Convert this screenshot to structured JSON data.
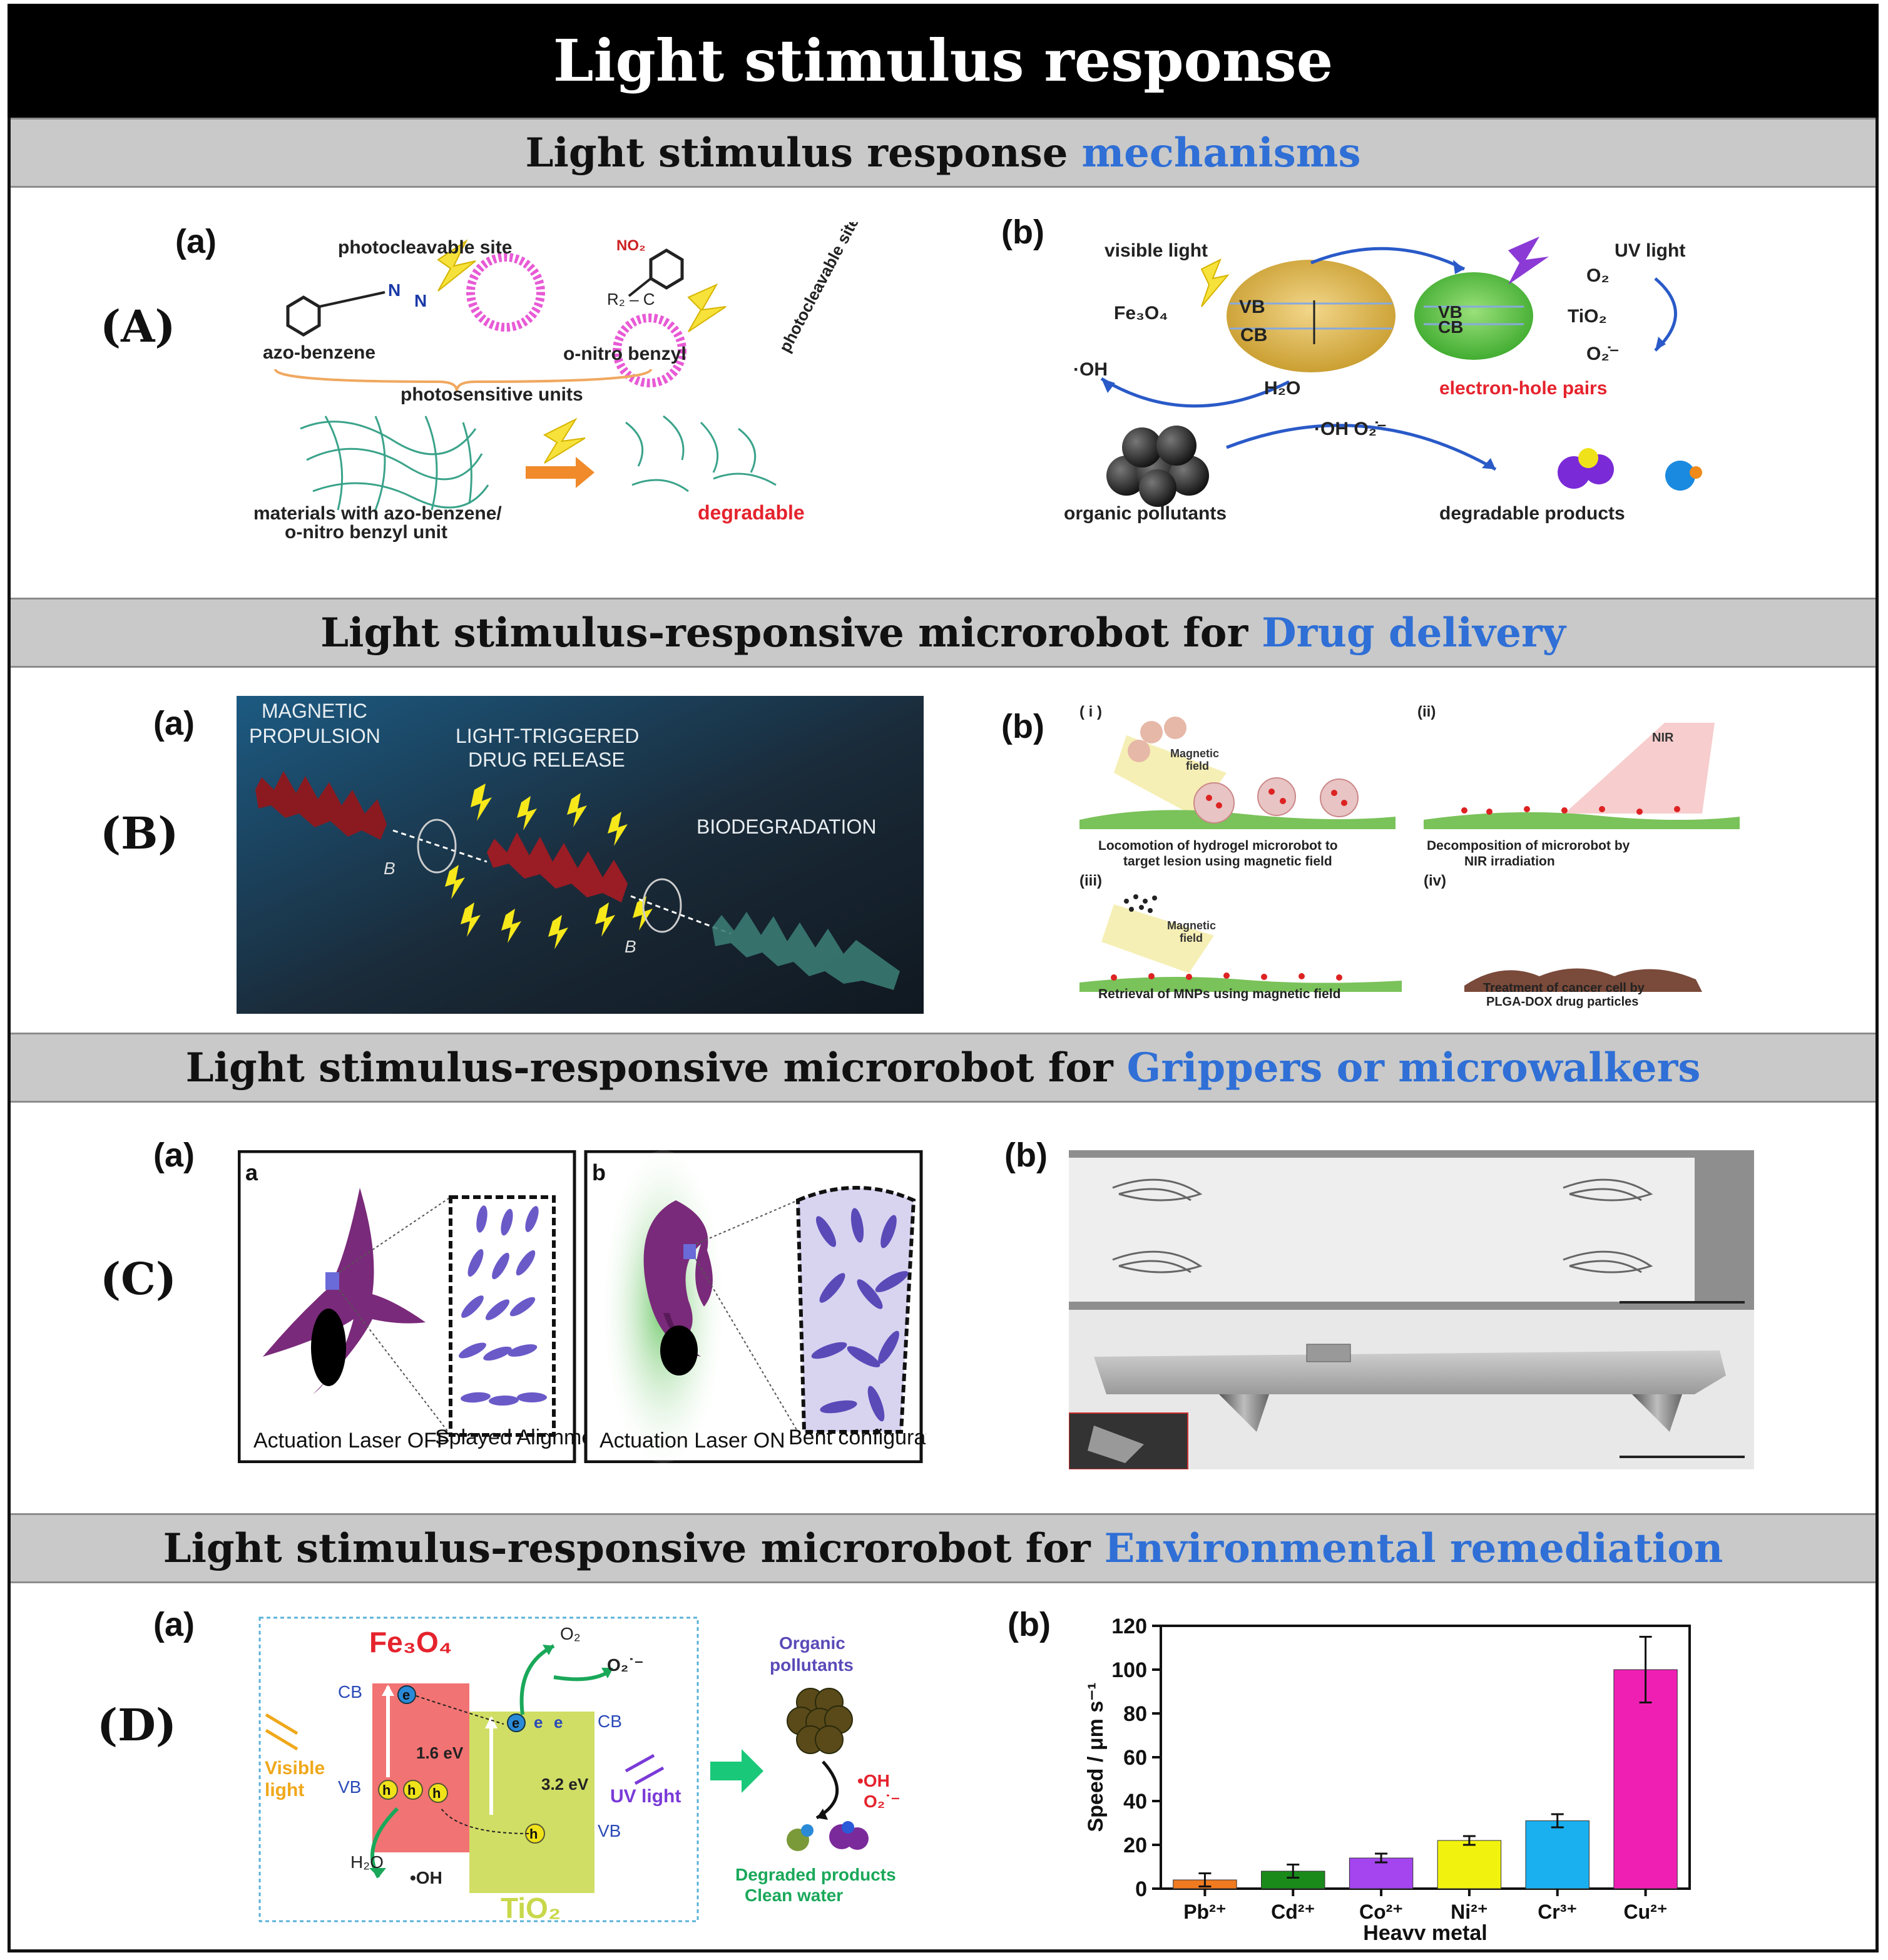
{
  "title": "Light stimulus response",
  "sections": {
    "A": {
      "prefix": "Light stimulus response",
      "highlight": "mechanisms",
      "letter": "(A)"
    },
    "B": {
      "prefix": "Light stimulus-responsive microrobot for",
      "highlight": "Drug delivery",
      "letter": "(B)"
    },
    "C": {
      "prefix": "Light stimulus-responsive microrobot for",
      "highlight": "Grippers or microwalkers",
      "letter": "(C)"
    },
    "D": {
      "prefix": "Light stimulus-responsive microrobot for",
      "highlight": "Environmental remediation",
      "letter": "(D)"
    }
  },
  "sublabels": {
    "a": "(a)",
    "b": "(b)"
  },
  "panelA": {
    "a": {
      "photocleavable_site": "photocleavable site",
      "photocleavable_site_rot": "photocleavable site",
      "azo": "azo-benzene",
      "onitro": "o-nitro benzyl",
      "units": "photosensitive units",
      "materials1": "materials with azo-benzene/",
      "materials2": "o-nitro benzyl unit",
      "degradable": "degradable"
    },
    "b": {
      "visible": "visible light",
      "uv": "UV light",
      "fe3o4": "Fe₃O₄",
      "tio2": "TiO₂",
      "vb": "VB",
      "cb": "CB",
      "o2": "O₂",
      "o2r": "O₂̇⁻",
      "oh": "·OH",
      "h2o": "H₂O",
      "ehp": "electron-hole pairs",
      "oho2": "·OH  O₂̇⁻",
      "pollutants": "organic pollutants",
      "products": "degradable products"
    }
  },
  "panelB": {
    "a": {
      "magnetic": "MAGNETIC",
      "propulsion": "PROPULSION",
      "light_trig": "LIGHT-TRIGGERED",
      "drug_rel": "DRUG RELEASE",
      "biodeg": "BIODEGRADATION",
      "b": "B"
    },
    "b": {
      "i": "( i )",
      "ii": "(ii)",
      "iii": "(iii)",
      "iv": "(iv)",
      "mag1": "Magnetic",
      "mag2": "field",
      "nir": "NIR",
      "cap_i_1": "Locomotion of hydrogel microrobot to",
      "cap_i_2": "target lesion using magnetic field",
      "cap_ii_1": "Decomposition of microrobot by",
      "cap_ii_2": "NIR irradiation",
      "cap_iii": "Retrieval of MNPs using magnetic field",
      "cap_iv_1": "Treatment of cancer cell by",
      "cap_iv_2": "PLGA-DOX drug particles"
    }
  },
  "panelC": {
    "a": {
      "a": "a",
      "b": "b",
      "laser_off": "Actuation Laser OFF",
      "splayed": "Splayed Alignment",
      "laser_on": "Actuation Laser ON",
      "bent": "Bent configuration"
    }
  },
  "panelD": {
    "a": {
      "fe3o4": "Fe₃O₄",
      "tio2": "TiO₂",
      "cb": "CB",
      "vb": "VB",
      "gap1": "1.6 eV",
      "gap2": "3.2 eV",
      "visible": "Visible",
      "light": "light",
      "uv": "UV light",
      "o2": "O₂",
      "o2r": "O₂˙⁻",
      "h2o": "H₂O",
      "oh": "•OH",
      "organic": "Organic",
      "pollutants": "pollutants",
      "oh2": "•OH",
      "o2r2": "O₂˙⁻",
      "degraded": "Degraded products",
      "clean": "Clean water",
      "e": "e",
      "h": "h"
    }
  },
  "chart_data": {
    "type": "bar",
    "categories": [
      "Pb²⁺",
      "Cd²⁺",
      "Co²⁺",
      "Ni²⁺",
      "Cr³⁺",
      "Cu²⁺"
    ],
    "values": [
      4,
      8,
      14,
      22,
      31,
      100
    ],
    "errors": [
      3,
      3,
      2,
      2,
      3,
      15
    ],
    "colors": [
      "#f07a1f",
      "#1a8a1a",
      "#a445f0",
      "#f2f20f",
      "#1ab0f0",
      "#f01fb4"
    ],
    "ylabel": "Speed / μm s⁻¹",
    "xlabel": "Heavy metal",
    "ylim": [
      0,
      120
    ],
    "yticks": [
      0,
      20,
      40,
      60,
      80,
      100,
      120
    ]
  }
}
